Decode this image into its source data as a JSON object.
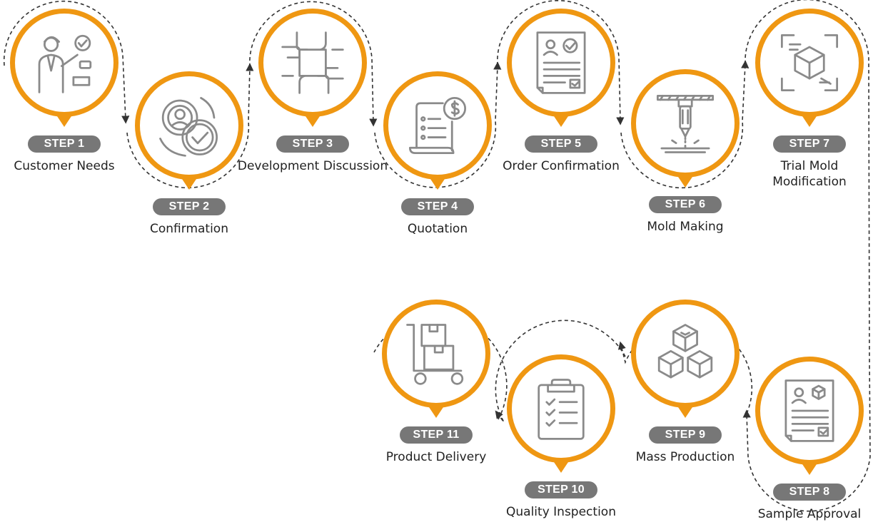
{
  "steps": [
    {
      "badge": "STEP 1",
      "label": "Customer Needs",
      "icon": "customer-presenter-icon"
    },
    {
      "badge": "STEP 2",
      "label": "Confirmation",
      "icon": "support-agent-check-icon"
    },
    {
      "badge": "STEP 3",
      "label": "Development Discussion",
      "icon": "joined-hands-icon"
    },
    {
      "badge": "STEP 4",
      "label": "Quotation",
      "icon": "invoice-dollar-icon"
    },
    {
      "badge": "STEP 5",
      "label": "Order Confirmation",
      "icon": "approved-document-icon"
    },
    {
      "badge": "STEP 6",
      "label": "Mold Making",
      "icon": "laser-cutter-icon"
    },
    {
      "badge": "STEP 7",
      "label": "Trial Mold\nModification",
      "icon": "cube-scan-icon"
    },
    {
      "badge": "STEP 8",
      "label": "Sample Approval",
      "icon": "product-certificate-icon"
    },
    {
      "badge": "STEP 9",
      "label": "Mass Production",
      "icon": "stacked-cubes-icon"
    },
    {
      "badge": "STEP 10",
      "label": "Quality Inspection",
      "icon": "checklist-clipboard-icon"
    },
    {
      "badge": "STEP 11",
      "label": "Product Delivery",
      "icon": "hand-truck-boxes-icon"
    }
  ],
  "colors": {
    "accent": "#ef9712",
    "badge": "#777777",
    "icon": "#8a8a8a",
    "connector": "#333333"
  }
}
